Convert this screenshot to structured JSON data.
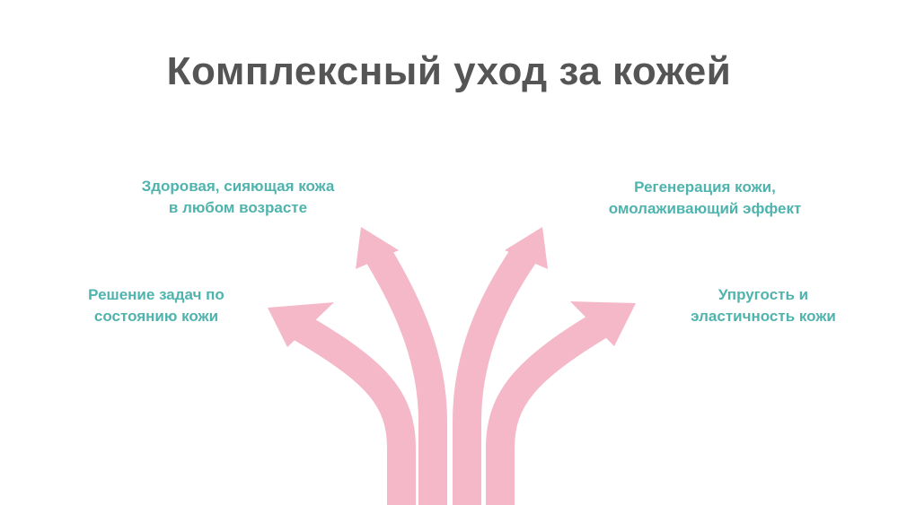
{
  "title": "Комплексный уход за кожей",
  "labels": {
    "top_left": {
      "line1": "Здоровая, сияющая кожа",
      "line2": "в любом возрасте"
    },
    "top_right": {
      "line1": "Регенерация кожи,",
      "line2": "омолаживающий эффект"
    },
    "mid_left": {
      "line1": "Решение задач по",
      "line2": "состоянию кожи"
    },
    "mid_right": {
      "line1": "Упругость и",
      "line2": "эластичность кожи"
    }
  },
  "colors": {
    "title": "#555555",
    "label": "#4fb3ae",
    "arrow": "#f4b8c9"
  }
}
